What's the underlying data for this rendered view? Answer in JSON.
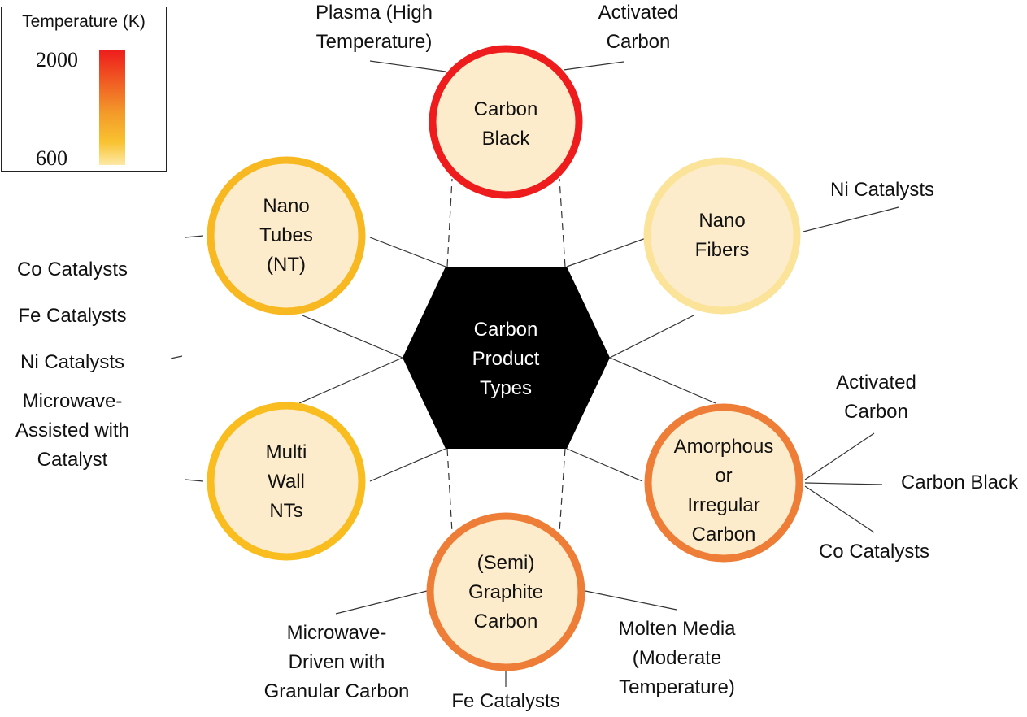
{
  "legend": {
    "title": "Temperature (K)",
    "max": "2000",
    "min": "600",
    "gradient_top": "#ee1c1c",
    "gradient_bottom": "#fde9a6"
  },
  "hub": {
    "lines": [
      "Carbon",
      "Product",
      "Types"
    ],
    "color": "#000000"
  },
  "nodes": {
    "carbon_black": {
      "lines": [
        "Carbon",
        "Black"
      ],
      "ring_color": "#ee1c1c",
      "fill": "#fdeccb"
    },
    "nano_fibers": {
      "lines": [
        "Nano",
        "Fibers"
      ],
      "ring_color": "#fbe49a",
      "fill": "#fdeccb"
    },
    "nano_tubes": {
      "lines": [
        "Nano",
        "Tubes",
        "(NT)"
      ],
      "ring_color": "#f8b821",
      "fill": "#fdeccb"
    },
    "multi_wall": {
      "lines": [
        "Multi",
        "Wall",
        "NTs"
      ],
      "ring_color": "#f9bd1f",
      "fill": "#fdeccb"
    },
    "amorphous": {
      "lines": [
        "Amorphous",
        "or",
        "Irregular",
        "Carbon"
      ],
      "ring_color": "#ee7e37",
      "fill": "#fdeccb"
    },
    "graphite": {
      "lines": [
        "(Semi)",
        "Graphite",
        "Carbon"
      ],
      "ring_color": "#ee7e37",
      "fill": "#fdeccb"
    }
  },
  "methods": {
    "plasma": [
      "Plasma (High",
      "Temperature)"
    ],
    "activated_top": [
      "Activated",
      "Carbon"
    ],
    "ni_right": [
      "Ni Catalysts"
    ],
    "left_list": [
      "Co Catalysts",
      "Fe Catalysts",
      "Ni Catalysts"
    ],
    "microwave_assisted": [
      "Microwave-",
      "Assisted with",
      "Catalyst"
    ],
    "activated_right": [
      "Activated",
      "Carbon"
    ],
    "carbon_black_right": [
      "Carbon Black"
    ],
    "co_right": [
      "Co Catalysts"
    ],
    "microwave_driven": [
      "Microwave-",
      "Driven with",
      "Granular Carbon"
    ],
    "fe_bottom": [
      "Fe Catalysts"
    ],
    "molten": [
      "Molten Media",
      "(Moderate",
      "Temperature)"
    ]
  }
}
